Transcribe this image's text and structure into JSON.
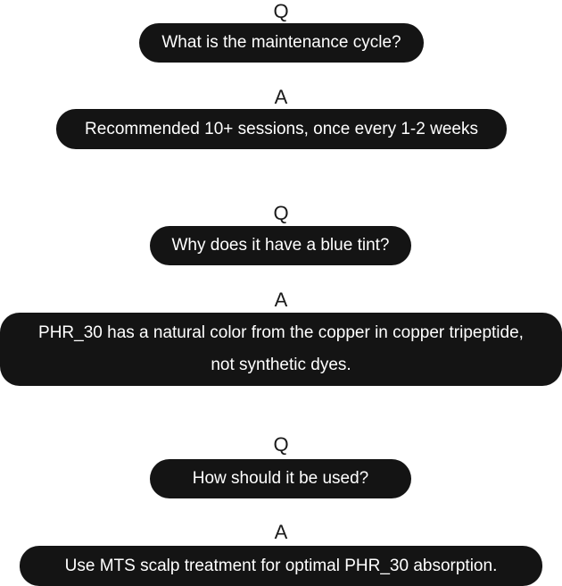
{
  "faq": [
    {
      "q_marker": "Q",
      "question": "What is the maintenance cycle?",
      "a_marker": "A",
      "answer": "Recommended 10+ sessions, once every 1-2 weeks"
    },
    {
      "q_marker": "Q",
      "question": "Why does it have a blue tint?",
      "a_marker": "A",
      "answer_line1": "PHR_30 has a natural color from the copper in copper tripeptide,",
      "answer_line2": "not synthetic dyes."
    },
    {
      "q_marker": "Q",
      "question": "How should it be used?",
      "a_marker": "A",
      "answer": "Use MTS scalp treatment for optimal PHR_30 absorption."
    }
  ],
  "colors": {
    "bubble_bg": "#141414",
    "bubble_text": "#ffffff",
    "marker_text": "#1a1a1a",
    "page_bg": "#ffffff"
  }
}
